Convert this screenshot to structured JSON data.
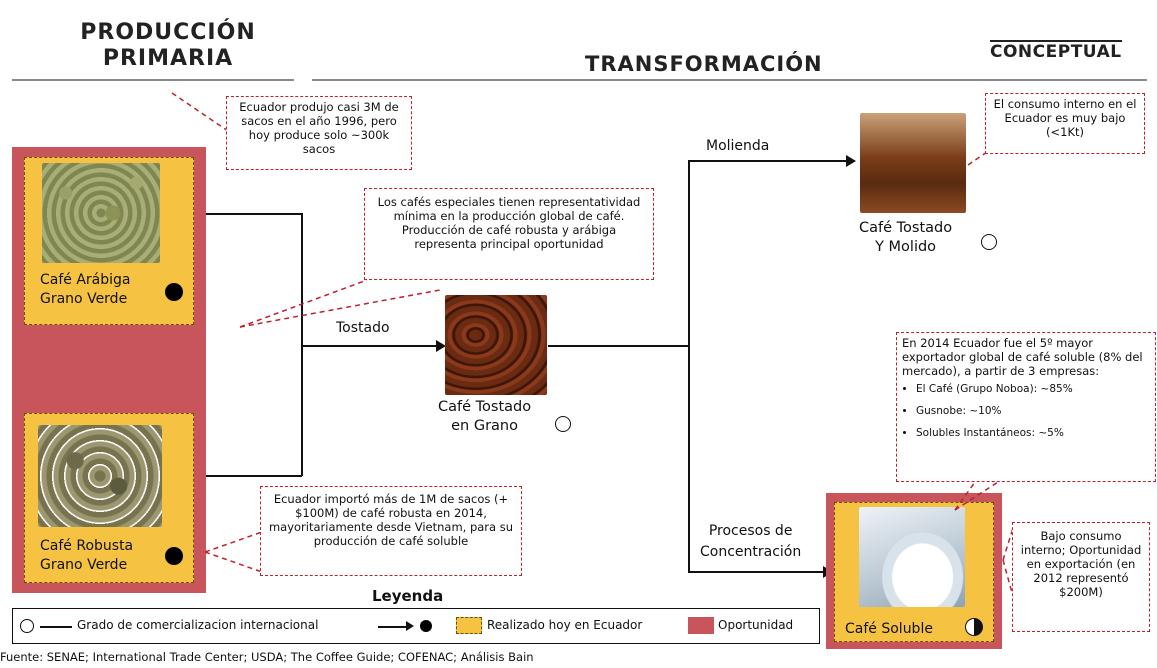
{
  "headers": {
    "primary_line1": "PRODUCCIÓN",
    "primary_line2": "PRIMARIA",
    "transformation": "TRANSFORMACIÓN",
    "conceptual": "CONCEPTUAL"
  },
  "products": {
    "arabica_line1": "Café Arábiga",
    "arabica_line2": "Grano Verde",
    "robusta_line1": "Café Robusta",
    "robusta_line2": "Grano Verde",
    "grain_line1": "Café Tostado",
    "grain_line2": "en Grano",
    "ground_line1": "Café Tostado",
    "ground_line2": "Y Molido",
    "soluble": "Café Soluble"
  },
  "flows": {
    "tostado": "Tostado",
    "molienda": "Molienda",
    "procesos_line1": "Procesos de",
    "procesos_line2": "Concentración"
  },
  "notes": {
    "production": "Ecuador produjo casi 3M de sacos en el año 1996, pero hoy produce solo ~300k sacos",
    "specialty": "Los cafés especiales tienen representatividad mínima en la producción global de café. Producción de café robusta y arábiga representa principal oportunidad",
    "imports": "Ecuador importó más de 1M de sacos (+ $100M) de café robusta en 2014, mayoritariamente desde Vietnam,  para su producción de café soluble",
    "domestic": "El consumo interno en el Ecuador es muy bajo (<1Kt)",
    "exporter_intro": "En 2014 Ecuador fue el 5º mayor exportador global de café soluble (8% del mercado), a partir de 3 empresas:",
    "exporter_items": [
      "El Café (Grupo Noboa): ~85%",
      "Gusnobe: ~10%",
      "Solubles Instantáneos: ~5%"
    ],
    "low_consumption": "Bajo consumo interno; Oportunidad en exportación (en 2012 representó $200M)"
  },
  "legend": {
    "title": "Leyenda",
    "grade": "Grado de comercializacion internacional",
    "done": "Realizado hoy en Ecuador",
    "opportunity": "Oportunidad"
  },
  "source": "Fuente: SENAE; International Trade Center; USDA; The Coffee Guide; COFENAC; Análisis Bain",
  "colors": {
    "opportunity": "#c8555c",
    "done": "#f5c242",
    "note_border": "#c0202a"
  }
}
